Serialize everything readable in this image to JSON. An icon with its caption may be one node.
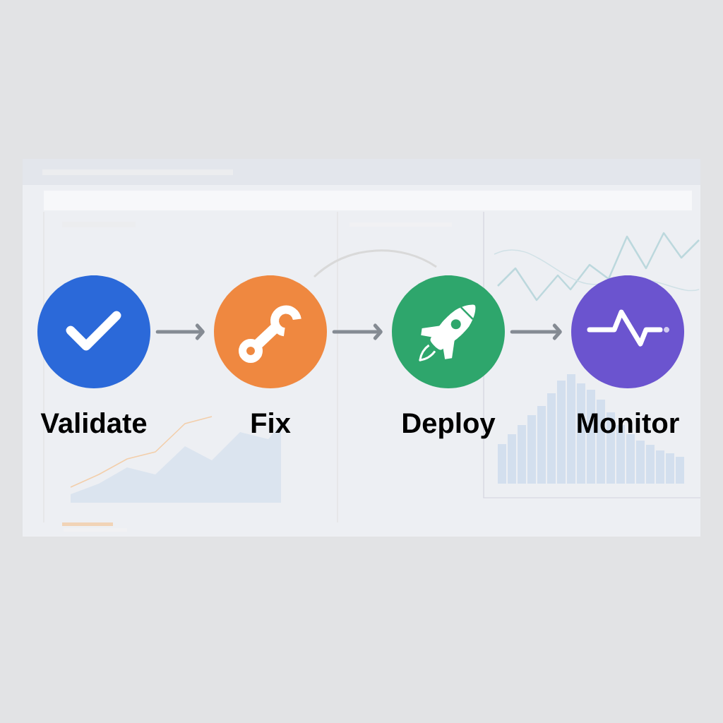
{
  "diagram": {
    "nodes": [
      {
        "text": [
          "Validate"
        ]
      },
      {
        "text": [
          "Fix"
        ]
      },
      {
        "text": [
          "Deploy"
        ]
      },
      {
        "text": [
          "Monitor"
        ]
      }
    ],
    "edges": [
      {
        "from": 0,
        "to": 1,
        "arrow": "to"
      },
      {
        "from": 1,
        "to": 2,
        "arrow": "to"
      },
      {
        "from": 2,
        "to": 3,
        "arrow": "to"
      }
    ]
  }
}
